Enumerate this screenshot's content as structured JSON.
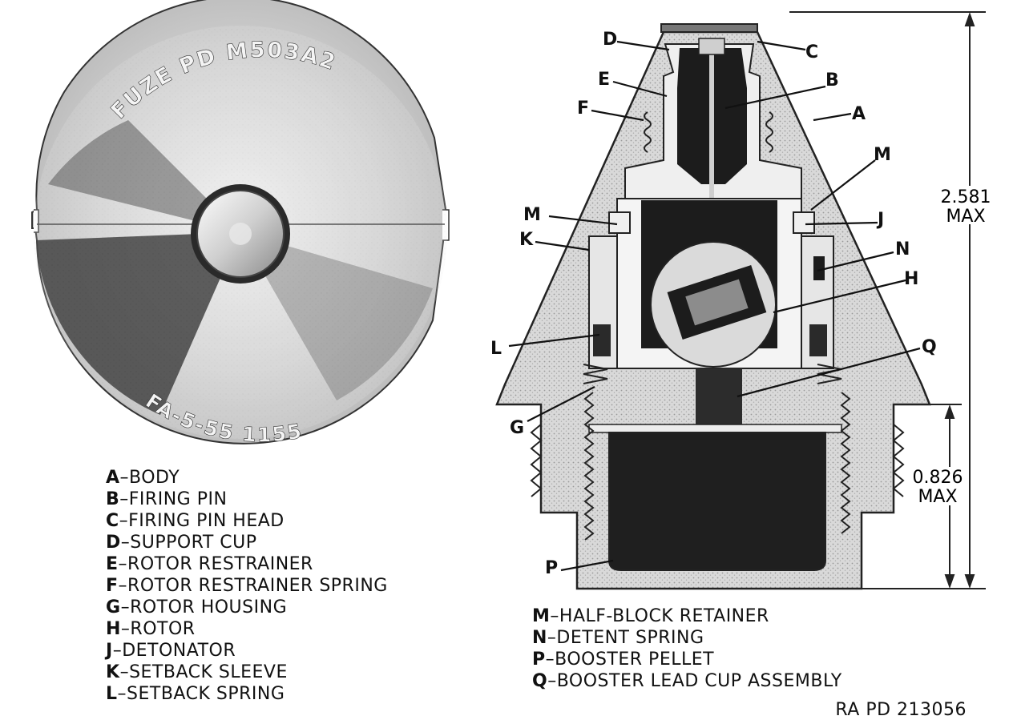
{
  "fuze_face": {
    "top_marking": "FUZE PD M503A2",
    "bottom_marking": "FA-5-55 1155"
  },
  "callouts": [
    "A",
    "B",
    "C",
    "D",
    "E",
    "F",
    "G",
    "H",
    "J",
    "K",
    "L",
    "M",
    "N",
    "P",
    "Q",
    "M"
  ],
  "dimensions": {
    "overall": {
      "value": "2.581",
      "unit": "MAX"
    },
    "thread": {
      "value": "0.826",
      "unit": "MAX"
    }
  },
  "legend_left": [
    {
      "key": "A",
      "label": "BODY"
    },
    {
      "key": "B",
      "label": "FIRING PIN"
    },
    {
      "key": "C",
      "label": "FIRING PIN HEAD"
    },
    {
      "key": "D",
      "label": "SUPPORT CUP"
    },
    {
      "key": "E",
      "label": "ROTOR RESTRAINER"
    },
    {
      "key": "F",
      "label": "ROTOR RESTRAINER SPRING"
    },
    {
      "key": "G",
      "label": "ROTOR HOUSING"
    },
    {
      "key": "H",
      "label": "ROTOR"
    },
    {
      "key": "J",
      "label": "DETONATOR"
    },
    {
      "key": "K",
      "label": "SETBACK SLEEVE"
    },
    {
      "key": "L",
      "label": "SETBACK SPRING"
    }
  ],
  "legend_right": [
    {
      "key": "M",
      "label": "HALF-BLOCK RETAINER"
    },
    {
      "key": "N",
      "label": "DETENT SPRING"
    },
    {
      "key": "P",
      "label": "BOOSTER PELLET"
    },
    {
      "key": "Q",
      "label": "BOOSTER LEAD CUP ASSEMBLY"
    }
  ],
  "separator": "–",
  "figure_ref": "RA PD 213056"
}
